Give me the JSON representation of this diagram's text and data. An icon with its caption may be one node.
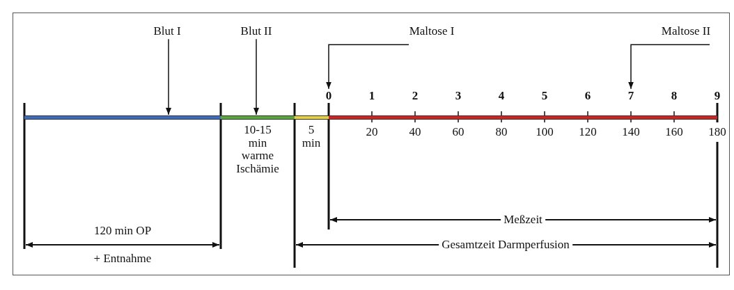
{
  "diagram": {
    "nodes": [
      {
        "text": [
          "Blut I"
        ]
      },
      {
        "text": [
          "Blut II"
        ]
      },
      {
        "text": [
          "Maltose I"
        ]
      },
      {
        "text": [
          "Maltose II"
        ]
      },
      {
        "text": [
          "0"
        ]
      },
      {
        "text": [
          "7"
        ]
      },
      {
        "text": [],
        "shape": "bar"
      },
      {
        "text": [],
        "shape": "bar"
      },
      {
        "text": [],
        "shape": "bar"
      },
      {
        "text": [],
        "shape": "bar"
      }
    ],
    "edges": [
      {
        "from": 0,
        "to": 6,
        "arrow": "to"
      },
      {
        "from": 1,
        "to": 7,
        "arrow": "to"
      },
      {
        "from": 2,
        "to": 4,
        "arrow": "to"
      },
      {
        "from": 3,
        "to": 5,
        "arrow": "to"
      }
    ],
    "labels": [
      "1",
      "2",
      "3",
      "4",
      "5",
      "6",
      "8",
      "9",
      "20",
      "40",
      "60",
      "80",
      "100",
      "120",
      "140",
      "160",
      "180",
      "10-15 min warme Ischämie",
      "5 min",
      "Meßzeit",
      "120 min OP",
      "Gesamtzeit Darmperfusion",
      "+ Entnahme"
    ]
  }
}
